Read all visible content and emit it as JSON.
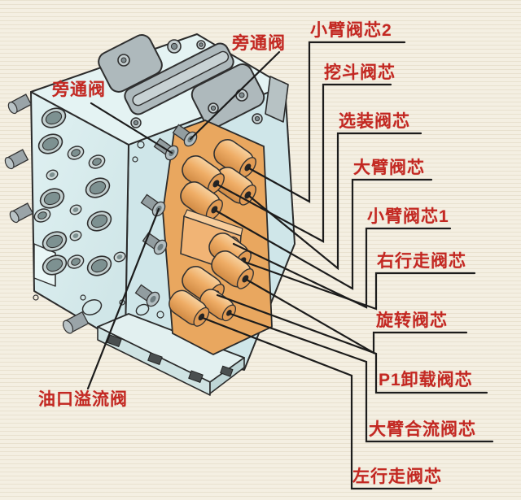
{
  "diagram": {
    "subject": "hydraulic-multiway-control-valve",
    "labels": {
      "bypass_top": "旁通阀",
      "bypass_left": "旁通阀",
      "port_relief": "油口溢流阀",
      "right_column": [
        "小臂阀芯2",
        "挖斗阀芯",
        "选装阀芯",
        "大臂阀芯",
        "小臂阀芯1",
        "右行走阀芯",
        "旋转阀芯",
        "P1卸载阀芯",
        "大臂合流阀芯",
        "左行走阀芯"
      ]
    },
    "colors": {
      "background": "#f4efe2",
      "label_red": "#c32822",
      "leader_line": "#1c1c1c",
      "body_left_face": "#d8edee",
      "body_top_face": "#e4f3f3",
      "body_right_face": "#cfe6e9",
      "spool_cap_orange": "#efad66",
      "fitting_gray": "#aab4b8"
    }
  }
}
